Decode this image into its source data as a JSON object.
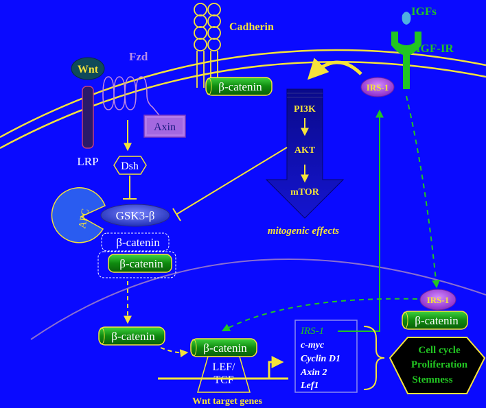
{
  "labels": {
    "cadherin": "Cadherin",
    "igfs": "IGFs",
    "igf_ir": "IGF-IR",
    "fzd": "Fzd",
    "wnt": "Wnt",
    "axin": "Axin",
    "lrp": "LRP",
    "dsh": "Dsh",
    "apc": "APC",
    "gsk3b": "GSK3-β",
    "irs1": "IRS-1",
    "pi3k": "PI3K",
    "akt": "AKT",
    "mtor": "mTOR",
    "mitogenic": "mitogenic effects",
    "lef_tcf_1": "LEF/",
    "lef_tcf_2": "TCF",
    "wnt_target_genes": "Wnt target genes"
  },
  "beta_catenin": "β-catenin",
  "target_genes": [
    "IRS-1",
    "c-myc",
    "Cyclin D1",
    "Axin 2",
    "Lef1"
  ],
  "outcome": [
    "Cell cycle",
    "Proliferation",
    "Stemness"
  ],
  "colors": {
    "background": "#0a0aff",
    "membrane": "#f5e33a",
    "nucleus": "#8a6fd0",
    "pill": "#169a16",
    "igf_green": "#22c522",
    "irs_purple": "#a855d8",
    "arrow_dark": "#0a0aa8"
  }
}
